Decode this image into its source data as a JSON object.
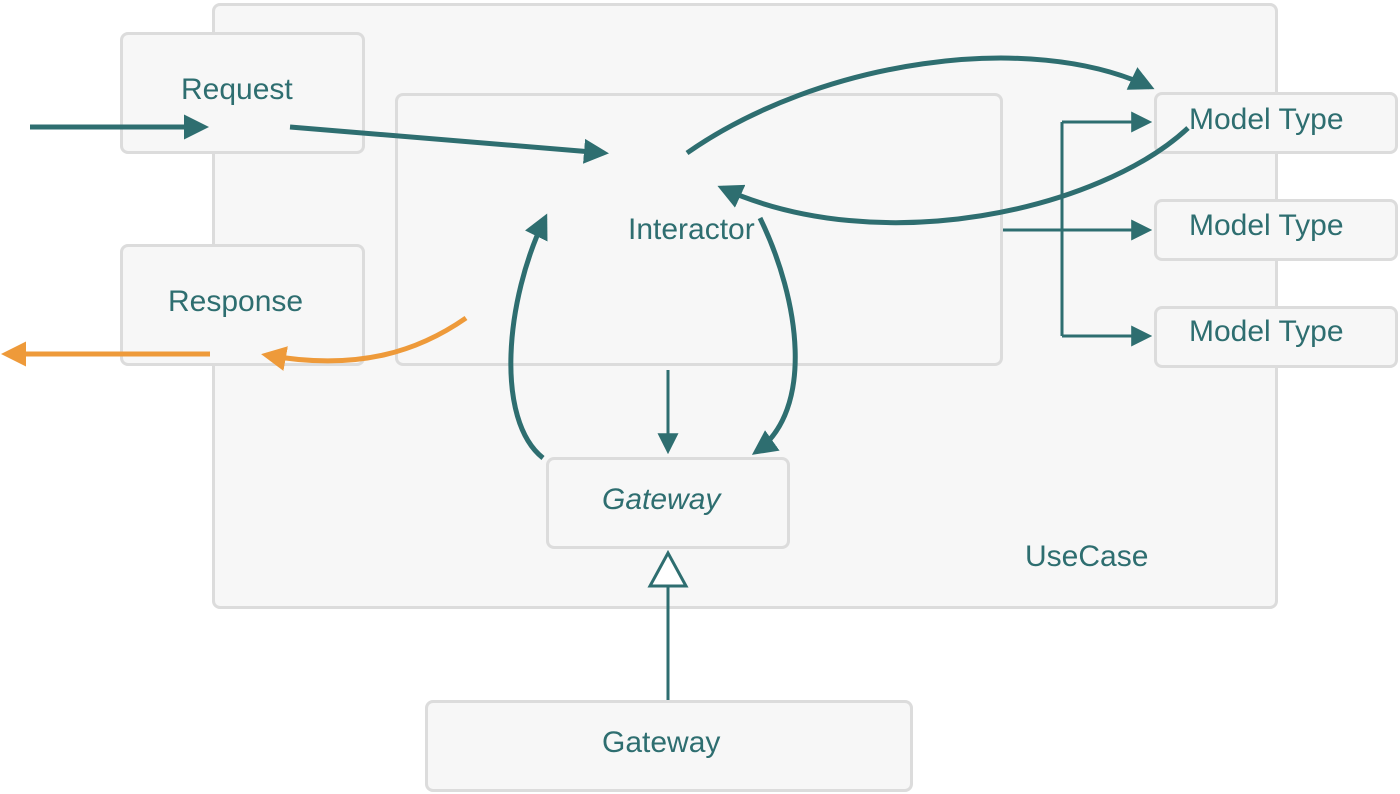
{
  "diagram": {
    "usecase_label": "UseCase",
    "interactor_label": "Interactor",
    "request_label": "Request",
    "response_label": "Response",
    "gateway_abstract_label": "Gateway",
    "gateway_concrete_label": "Gateway",
    "model_types": [
      "Model Type",
      "Model Type",
      "Model Type"
    ]
  },
  "colors": {
    "primary": "#2e6e70",
    "response_arrow": "#ee9a3a",
    "box_fill": "#f7f7f7",
    "box_border": "#dcdcdc"
  }
}
